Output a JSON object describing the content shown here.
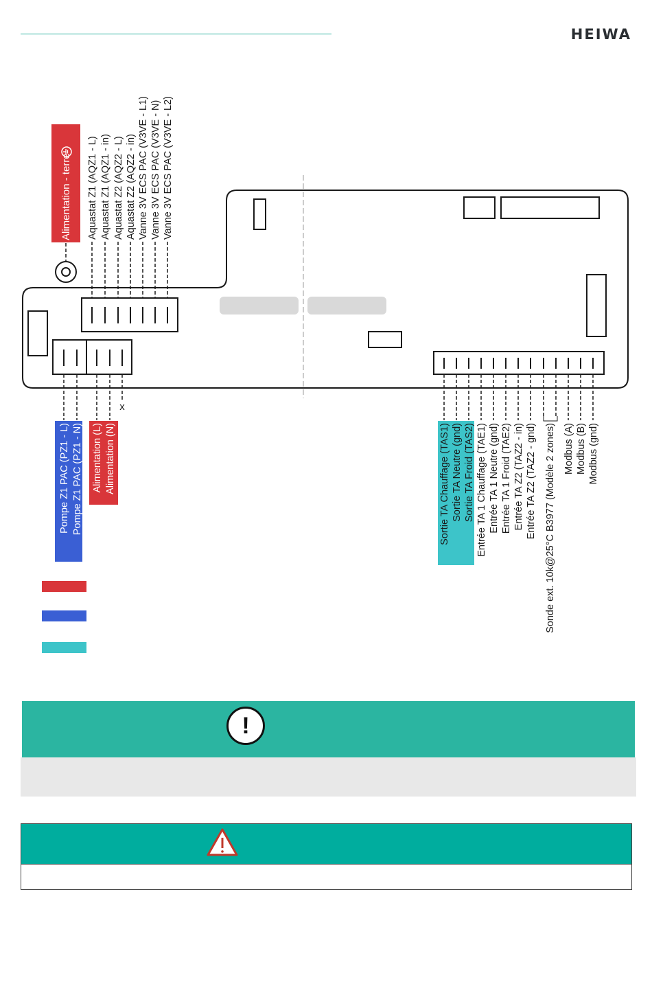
{
  "brand": {
    "name": "HEIWA",
    "accent_color": "#2db3a0",
    "text_color": "#2b2f33"
  },
  "colors": {
    "red": "#d9363a",
    "blue": "#3a5fd4",
    "cyan": "#3dc4c9",
    "notice": "#2bb5a1",
    "warning": "#00ad9e"
  },
  "diagram": {
    "earth_label": "Alimentation - terre",
    "top_labels": [
      "Aquastat Z1 (AQZ1 - L)",
      "Aquastat Z1 (AQZ1 - in)",
      "Aquastat Z2 (AQZ2 - L)",
      "Aquastat Z2 (AQZ2 - in)",
      "Vanne 3V ECS PAC (V3VE - L1)",
      "Vanne 3V ECS PAC (V3VE - N)",
      "Vanne 3V ECS PAC (V3VE - L2)"
    ],
    "pump_labels": [
      "Pompe Z1 PAC (PZ1 - L)",
      "Pompe Z1 PAC (PZ1 - N)"
    ],
    "power_labels": [
      "Alimentation (L)",
      "Alimentation (N)"
    ],
    "unused_mark": "x",
    "right_labels": [
      "Sortie TA Chauffage (TAS1)",
      "Sortie TA Neutre (gnd)",
      "Sortie TA Froid (TAS2)",
      "Entrée TA 1 Chauffage (TAE1)",
      "Entrée TA 1 Neutre (gnd)",
      "Entrée TA 1 Froid (TAE2)",
      "Entrée TA Z2 (TAZ2 - in)",
      "Entrée TA Z2 (TAZ2 - gnd)",
      "Sonde ext. 10k@25°C B3977 (Modèle 2 zones)",
      "Modbus (A)",
      "Modbus (B)",
      "Modbus (gnd)"
    ]
  },
  "notice": {
    "icon": "exclamation-icon"
  },
  "warning": {
    "icon": "warning-triangle-icon"
  }
}
